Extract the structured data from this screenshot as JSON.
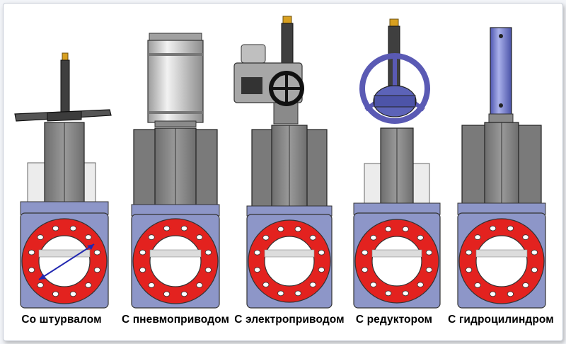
{
  "valves": [
    {
      "caption": "Со штурвалом",
      "actuator": "handwheel"
    },
    {
      "caption": "С пневмоприводом",
      "actuator": "pneumatic-cylinder"
    },
    {
      "caption": "С электроприводом",
      "actuator": "electric-actuator"
    },
    {
      "caption": "С редуктором",
      "actuator": "gearbox-handwheel"
    },
    {
      "caption": "С гидроцилиндром",
      "actuator": "hydraulic-cylinder"
    }
  ],
  "colors": {
    "flange": "#e3221f",
    "body": "#8d96c8",
    "gate": "#8a8a8a",
    "stem": "#3f3f3f",
    "wheel": "#5a5ab4",
    "brass": "#d8a020",
    "cylinder": "#c9c9c9"
  }
}
